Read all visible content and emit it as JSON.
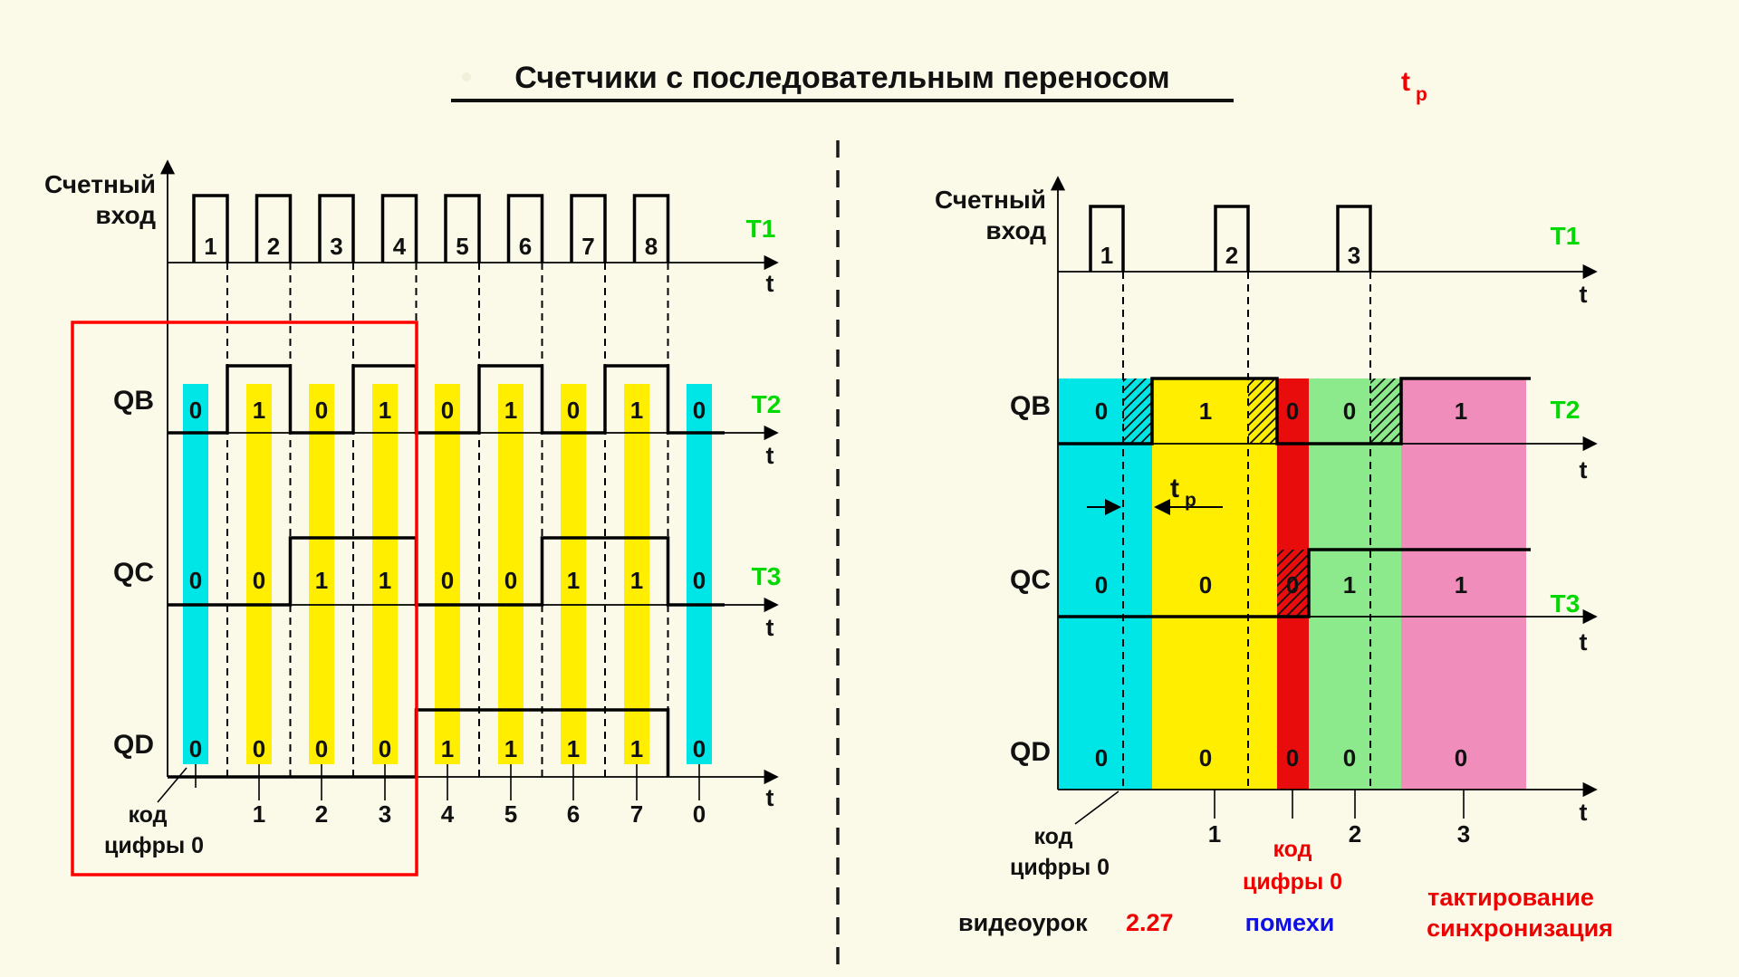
{
  "title": "Счетчики с последовательным переносом",
  "tp_top": {
    "base": "t",
    "sub": "p"
  },
  "colors": {
    "background": "#fbf9e8",
    "cyan": "#00e5e5",
    "yellow": "#ffee00",
    "red_band": "#e90c0c",
    "green_band": "#8ce98c",
    "pink": "#f08dbb",
    "accent_green": "#00d800",
    "accent_red": "#ee0000",
    "accent_blue": "#0f0fe8",
    "red_outline": "#ff0000"
  },
  "left": {
    "input_label_line1": "Счетный",
    "input_label_line2": "вход",
    "clock_label": "T1",
    "axis_t": "t",
    "clock_values": [
      "1",
      "2",
      "3",
      "4",
      "5",
      "6",
      "7",
      "8"
    ],
    "rows": [
      {
        "label": "QB",
        "period_label": "T2",
        "values": [
          "0",
          "1",
          "0",
          "1",
          "0",
          "1",
          "0",
          "1",
          "0"
        ]
      },
      {
        "label": "QC",
        "period_label": "T3",
        "values": [
          "0",
          "0",
          "1",
          "1",
          "0",
          "0",
          "1",
          "1",
          "0"
        ]
      },
      {
        "label": "QD",
        "period_label": "",
        "values": [
          "0",
          "0",
          "0",
          "0",
          "1",
          "1",
          "1",
          "1",
          "0"
        ]
      }
    ],
    "bottom_labels": [
      "1",
      "2",
      "3",
      "4",
      "5",
      "6",
      "7",
      "0"
    ],
    "code_line1": "код",
    "code_line2": "цифры 0"
  },
  "right": {
    "input_label_line1": "Счетный",
    "input_label_line2": "вход",
    "clock_label": "T1",
    "axis_t": "t",
    "clock_values": [
      "1",
      "2",
      "3"
    ],
    "tp": {
      "base": "t",
      "sub": "p"
    },
    "rows": [
      {
        "label": "QB",
        "period_label": "T2",
        "values": [
          "0",
          "1",
          "0",
          "0",
          "1"
        ]
      },
      {
        "label": "QC",
        "period_label": "T3",
        "values": [
          "0",
          "0",
          "0",
          "1",
          "1"
        ]
      },
      {
        "label": "QD",
        "period_label": "",
        "values": [
          "0",
          "0",
          "0",
          "0",
          "0"
        ]
      }
    ],
    "bottom_labels": [
      "1",
      "2",
      "3"
    ],
    "code_black_line1": "код",
    "code_black_line2": "цифры 0",
    "code_red_line1": "код",
    "code_red_line2": "цифры 0",
    "captions": {
      "lesson_black": "видеоурок",
      "lesson_red": "2.27",
      "noise": "помехи",
      "clock_line1": "тактирование",
      "clock_line2": "синхронизация"
    }
  }
}
